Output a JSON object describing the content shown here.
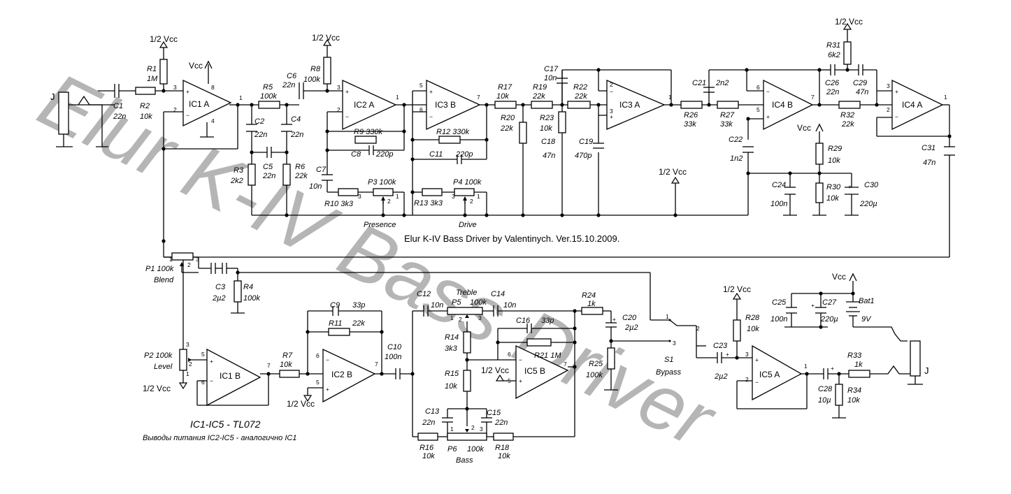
{
  "watermark": "Elur K-IV Bass Driver",
  "title": "Elur K-IV   Bass Driver by Valentinych.  Ver.15.10.2009.",
  "footnote": {
    "ics": "IC1-IC5 - TL072",
    "power": "Выводы питания IC2-IC5 - аналогично IC1"
  },
  "rails": {
    "vcc": "Vcc",
    "half": "1/2 Vcc"
  },
  "jack": "J",
  "ics": {
    "ic1a": "IC1 A",
    "ic1b": "IC1 B",
    "ic2a": "IC2 A",
    "ic2b": "IC2 B",
    "ic3a": "IC3 A",
    "ic3b": "IC3 B",
    "ic4a": "IC4 A",
    "ic4b": "IC4 B",
    "ic5a": "IC5 A",
    "ic5b": "IC5 B"
  },
  "labels": [
    {
      "id": "R1",
      "t": "R1"
    },
    {
      "id": "R1v",
      "t": "1M"
    },
    {
      "id": "C1",
      "t": "C1"
    },
    {
      "id": "C1v",
      "t": "22n"
    },
    {
      "id": "R2",
      "t": "R2"
    },
    {
      "id": "R2v",
      "t": "10k"
    },
    {
      "id": "R3",
      "t": "R3"
    },
    {
      "id": "R3v",
      "t": "2k2"
    },
    {
      "id": "R5",
      "t": "R5"
    },
    {
      "id": "R5v",
      "t": "100k"
    },
    {
      "id": "C2",
      "t": "C2"
    },
    {
      "id": "C2v",
      "t": "22n"
    },
    {
      "id": "C5",
      "t": "C5"
    },
    {
      "id": "C5v",
      "t": "22n"
    },
    {
      "id": "C4",
      "t": "C4"
    },
    {
      "id": "C4v",
      "t": "22n"
    },
    {
      "id": "R6",
      "t": "R6"
    },
    {
      "id": "R6v",
      "t": "22k"
    },
    {
      "id": "C6",
      "t": "C6"
    },
    {
      "id": "C6v",
      "t": "22n"
    },
    {
      "id": "R8",
      "t": "R8"
    },
    {
      "id": "R8v",
      "t": "100k"
    },
    {
      "id": "R9",
      "t": "R9  330k"
    },
    {
      "id": "C8",
      "t": "C8"
    },
    {
      "id": "C8v",
      "t": "220p"
    },
    {
      "id": "C7",
      "t": "C7"
    },
    {
      "id": "C7v",
      "t": "10n"
    },
    {
      "id": "R10",
      "t": "R10 3k3"
    },
    {
      "id": "P3",
      "t": "P3  100k"
    },
    {
      "id": "Presence",
      "t": "Presence"
    },
    {
      "id": "R12",
      "t": "R12  330k"
    },
    {
      "id": "C11",
      "t": "C11"
    },
    {
      "id": "C11v",
      "t": "220p"
    },
    {
      "id": "R13",
      "t": "R13  3k3"
    },
    {
      "id": "P4",
      "t": "P4  100k"
    },
    {
      "id": "Drive",
      "t": "Drive"
    },
    {
      "id": "R17",
      "t": "R17"
    },
    {
      "id": "R17v",
      "t": "10k"
    },
    {
      "id": "R20",
      "t": "R20"
    },
    {
      "id": "R20v",
      "t": "22k"
    },
    {
      "id": "C17",
      "t": "C17"
    },
    {
      "id": "C17v",
      "t": "10n"
    },
    {
      "id": "R19",
      "t": "R19"
    },
    {
      "id": "R19v",
      "t": "22k"
    },
    {
      "id": "R23",
      "t": "R23"
    },
    {
      "id": "R23v",
      "t": "10k"
    },
    {
      "id": "C18",
      "t": "C18"
    },
    {
      "id": "C18v",
      "t": "47n"
    },
    {
      "id": "R22",
      "t": "R22"
    },
    {
      "id": "R22v",
      "t": "22k"
    },
    {
      "id": "C19",
      "t": "C19"
    },
    {
      "id": "C19v",
      "t": "470p"
    },
    {
      "id": "R26",
      "t": "R26"
    },
    {
      "id": "R26v",
      "t": "33k"
    },
    {
      "id": "C21",
      "t": "C21"
    },
    {
      "id": "C21v",
      "t": "2n2"
    },
    {
      "id": "R27",
      "t": "R27"
    },
    {
      "id": "R27v",
      "t": "33k"
    },
    {
      "id": "C22",
      "t": "C22"
    },
    {
      "id": "C22v",
      "t": "1n2"
    },
    {
      "id": "C24",
      "t": "C24"
    },
    {
      "id": "C24v",
      "t": "100n"
    },
    {
      "id": "R31",
      "t": "R31"
    },
    {
      "id": "R31v",
      "t": "6k2"
    },
    {
      "id": "C26",
      "t": "C26"
    },
    {
      "id": "C26v",
      "t": "22n"
    },
    {
      "id": "C29",
      "t": "C29"
    },
    {
      "id": "C29v",
      "t": "47n"
    },
    {
      "id": "R32",
      "t": "R32"
    },
    {
      "id": "R32v",
      "t": "22k"
    },
    {
      "id": "R29",
      "t": "R29"
    },
    {
      "id": "R29v",
      "t": "10k"
    },
    {
      "id": "R30",
      "t": "R30"
    },
    {
      "id": "R30v",
      "t": "10k"
    },
    {
      "id": "C30",
      "t": "C30"
    },
    {
      "id": "C30v",
      "t": "220µ"
    },
    {
      "id": "C31",
      "t": "C31"
    },
    {
      "id": "C31v",
      "t": "47n"
    },
    {
      "id": "P1",
      "t": "P1 100k"
    },
    {
      "id": "Blend",
      "t": "Blend"
    },
    {
      "id": "C3",
      "t": "C3"
    },
    {
      "id": "C3v",
      "t": "2µ2"
    },
    {
      "id": "R4",
      "t": "R4"
    },
    {
      "id": "R4v",
      "t": "100k"
    },
    {
      "id": "P2",
      "t": "P2  100k"
    },
    {
      "id": "Level",
      "t": "Level"
    },
    {
      "id": "R7",
      "t": "R7"
    },
    {
      "id": "R7v",
      "t": "10k"
    },
    {
      "id": "C9",
      "t": "C9"
    },
    {
      "id": "C9v",
      "t": "33p"
    },
    {
      "id": "R11",
      "t": "R11"
    },
    {
      "id": "R11v",
      "t": "22k"
    },
    {
      "id": "C10",
      "t": "C10"
    },
    {
      "id": "C10v",
      "t": "100n"
    },
    {
      "id": "C12",
      "t": "C12"
    },
    {
      "id": "C12v",
      "t": "10n"
    },
    {
      "id": "Treble",
      "t": "Treble"
    },
    {
      "id": "P5",
      "t": "P5"
    },
    {
      "id": "P5v",
      "t": "100k"
    },
    {
      "id": "C14",
      "t": "C14"
    },
    {
      "id": "C14v",
      "t": "10n"
    },
    {
      "id": "R14",
      "t": "R14"
    },
    {
      "id": "R14v",
      "t": "3k3"
    },
    {
      "id": "C16",
      "t": "C16"
    },
    {
      "id": "C16v",
      "t": "33p"
    },
    {
      "id": "R21",
      "t": "R21  1M"
    },
    {
      "id": "R15",
      "t": "R15"
    },
    {
      "id": "R15v",
      "t": "10k"
    },
    {
      "id": "C13",
      "t": "C13"
    },
    {
      "id": "C13v",
      "t": "22n"
    },
    {
      "id": "C15",
      "t": "C15"
    },
    {
      "id": "C15v",
      "t": "22n"
    },
    {
      "id": "R16",
      "t": "R16"
    },
    {
      "id": "R16v",
      "t": "10k"
    },
    {
      "id": "P6",
      "t": "P6"
    },
    {
      "id": "P6v",
      "t": "100k"
    },
    {
      "id": "Bass",
      "t": "Bass"
    },
    {
      "id": "R18",
      "t": "R18"
    },
    {
      "id": "R18v",
      "t": "10k"
    },
    {
      "id": "R24",
      "t": "R24"
    },
    {
      "id": "R24v",
      "t": "1k"
    },
    {
      "id": "C20",
      "t": "C20"
    },
    {
      "id": "C20v",
      "t": "2µ2"
    },
    {
      "id": "R25",
      "t": "R25"
    },
    {
      "id": "R25v",
      "t": "100k"
    },
    {
      "id": "S1",
      "t": "S1"
    },
    {
      "id": "Bypass",
      "t": "Bypass"
    },
    {
      "id": "R28",
      "t": "R28"
    },
    {
      "id": "R28v",
      "t": "10k"
    },
    {
      "id": "C23",
      "t": "C23"
    },
    {
      "id": "C23v",
      "t": "2µ2"
    },
    {
      "id": "C25",
      "t": "C25"
    },
    {
      "id": "C25v",
      "t": "100n"
    },
    {
      "id": "C27",
      "t": "C27"
    },
    {
      "id": "C27v",
      "t": "220µ"
    },
    {
      "id": "Bat1",
      "t": "Bat1"
    },
    {
      "id": "Bat1v",
      "t": "9V"
    },
    {
      "id": "R33",
      "t": "R33"
    },
    {
      "id": "R33v",
      "t": "1k"
    },
    {
      "id": "C28",
      "t": "C28"
    },
    {
      "id": "C28v",
      "t": "10µ"
    },
    {
      "id": "R34",
      "t": "R34"
    },
    {
      "id": "R34v",
      "t": "10k"
    }
  ],
  "pins": [
    "1",
    "2",
    "3",
    "4",
    "5",
    "6",
    "7",
    "8"
  ]
}
